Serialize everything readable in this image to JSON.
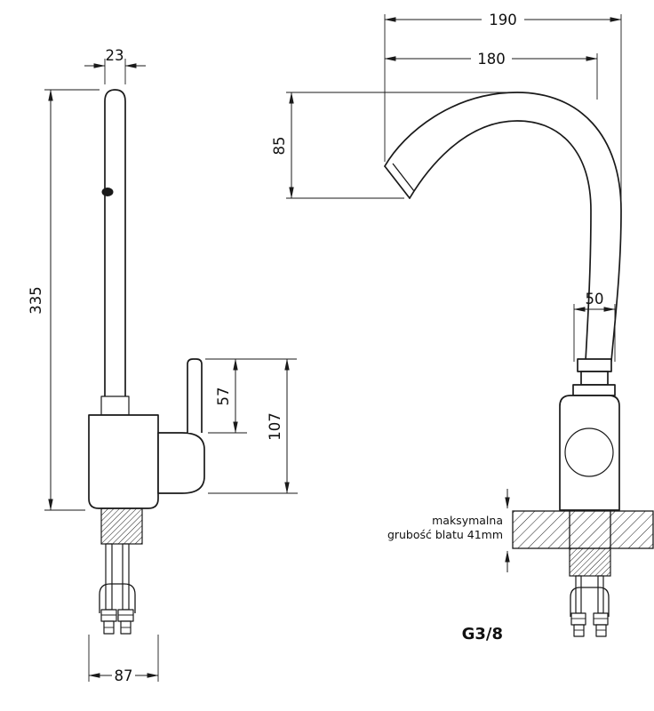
{
  "page": {
    "background": "#ffffff",
    "line_color": "#1a1a1a"
  },
  "front_view": {
    "dim_spout_width": "23",
    "dim_total_height": "335",
    "dim_handle_height": "57",
    "dim_body_height": "107",
    "dim_base_width": "87"
  },
  "side_view": {
    "dim_spout_reach_outer": "190",
    "dim_spout_reach_inner": "180",
    "dim_spout_clearance": "85",
    "dim_body_diameter": "50",
    "countertop_note_line1": "maksymalna",
    "countertop_note_line2": "grubość blatu 41mm",
    "thread_label": "G3/8"
  }
}
